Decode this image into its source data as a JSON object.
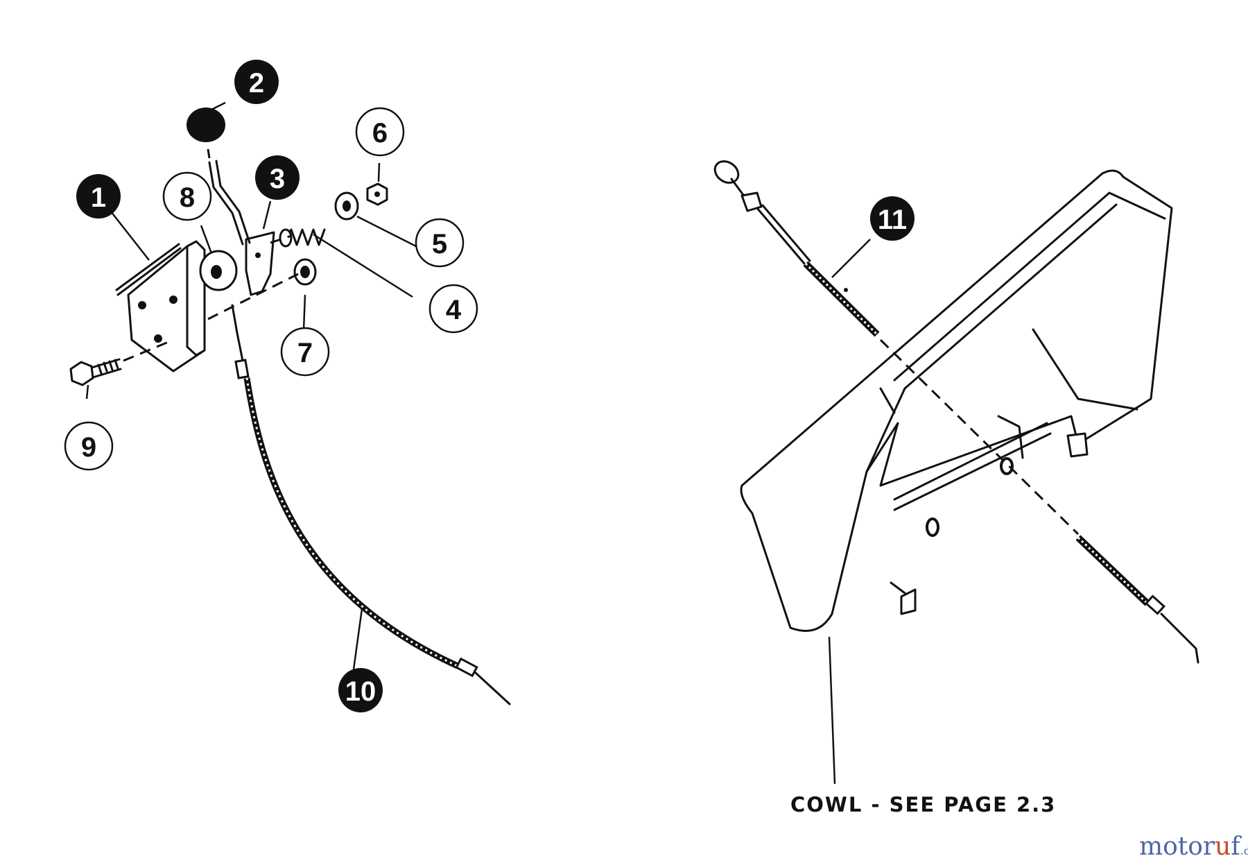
{
  "callouts": [
    {
      "id": "1",
      "style": "filled"
    },
    {
      "id": "2",
      "style": "filled"
    },
    {
      "id": "3",
      "style": "filled"
    },
    {
      "id": "4",
      "style": "open"
    },
    {
      "id": "5",
      "style": "open"
    },
    {
      "id": "6",
      "style": "open"
    },
    {
      "id": "7",
      "style": "open"
    },
    {
      "id": "8",
      "style": "open"
    },
    {
      "id": "9",
      "style": "open"
    },
    {
      "id": "10",
      "style": "filled"
    },
    {
      "id": "11",
      "style": "filled"
    }
  ],
  "note": {
    "text": "COWL - SEE PAGE 2.3"
  },
  "watermark": {
    "part1": "motor",
    "part2": "u",
    "part3": "f",
    "tld": ".de"
  },
  "colors": {
    "ink": "#111111",
    "paper": "#ffffff",
    "watermark_blue": "#4a67a8",
    "watermark_accent": "#c84a2a"
  }
}
